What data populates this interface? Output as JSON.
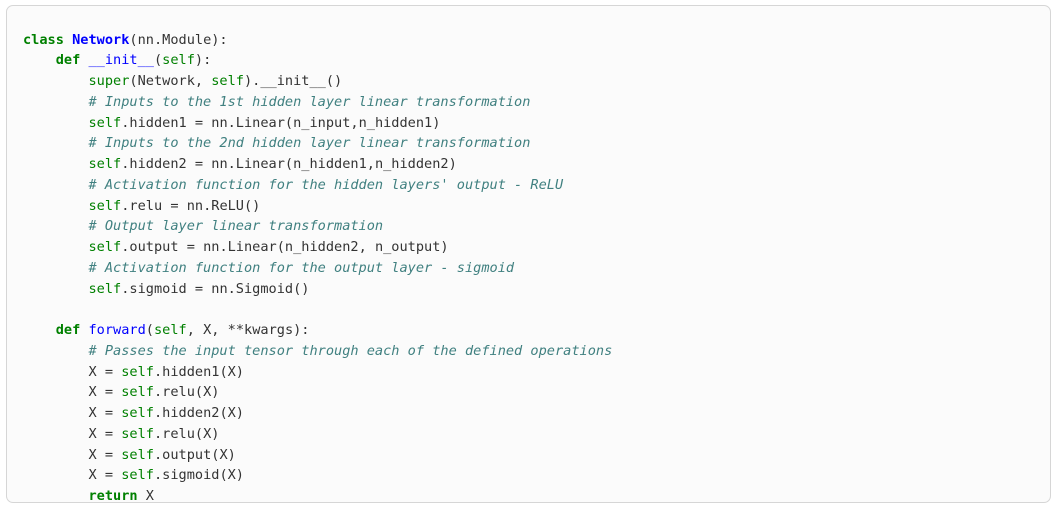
{
  "card": {
    "language": "python",
    "background_color": "#fbfbfb",
    "border_color": "#d6d6d6",
    "page_background": "#ffffff"
  },
  "theme": {
    "plain": "#333333",
    "keyword": "#008000",
    "class_name": "#0000ff",
    "function_name": "#0000ff",
    "builtin": "#008000",
    "self": "#008000",
    "comment": "#408080"
  },
  "code": {
    "lines": [
      {
        "index": 1,
        "text": "class Network(nn.Module):",
        "tokens": [
          {
            "t": "class",
            "c": "keyword"
          },
          {
            "t": " ",
            "c": "plain"
          },
          {
            "t": "Network",
            "c": "name"
          },
          {
            "t": "(nn.Module):",
            "c": "plain"
          }
        ]
      },
      {
        "index": 2,
        "text": "    def __init__(self):",
        "tokens": [
          {
            "t": "    ",
            "c": "plain"
          },
          {
            "t": "def",
            "c": "keyword"
          },
          {
            "t": " ",
            "c": "plain"
          },
          {
            "t": "__init__",
            "c": "func"
          },
          {
            "t": "(",
            "c": "plain"
          },
          {
            "t": "self",
            "c": "self"
          },
          {
            "t": "):",
            "c": "plain"
          }
        ]
      },
      {
        "index": 3,
        "text": "        super(Network, self).__init__()",
        "tokens": [
          {
            "t": "        ",
            "c": "plain"
          },
          {
            "t": "super",
            "c": "builtin"
          },
          {
            "t": "(Network, ",
            "c": "plain"
          },
          {
            "t": "self",
            "c": "self"
          },
          {
            "t": ").__init__()",
            "c": "plain"
          }
        ]
      },
      {
        "index": 4,
        "text": "        # Inputs to the 1st hidden layer linear transformation",
        "tokens": [
          {
            "t": "        ",
            "c": "plain"
          },
          {
            "t": "# Inputs to the 1st hidden layer linear transformation",
            "c": "comment"
          }
        ]
      },
      {
        "index": 5,
        "text": "        self.hidden1 = nn.Linear(n_input,n_hidden1)",
        "tokens": [
          {
            "t": "        ",
            "c": "plain"
          },
          {
            "t": "self",
            "c": "self"
          },
          {
            "t": ".hidden1 = nn.Linear(n_input,n_hidden1)",
            "c": "plain"
          }
        ]
      },
      {
        "index": 6,
        "text": "        # Inputs to the 2nd hidden layer linear transformation",
        "tokens": [
          {
            "t": "        ",
            "c": "plain"
          },
          {
            "t": "# Inputs to the 2nd hidden layer linear transformation",
            "c": "comment"
          }
        ]
      },
      {
        "index": 7,
        "text": "        self.hidden2 = nn.Linear(n_hidden1,n_hidden2)",
        "tokens": [
          {
            "t": "        ",
            "c": "plain"
          },
          {
            "t": "self",
            "c": "self"
          },
          {
            "t": ".hidden2 = nn.Linear(n_hidden1,n_hidden2)",
            "c": "plain"
          }
        ]
      },
      {
        "index": 8,
        "text": "        # Activation function for the hidden layers' output - ReLU",
        "tokens": [
          {
            "t": "        ",
            "c": "plain"
          },
          {
            "t": "# Activation function for the hidden layers' output - ReLU",
            "c": "comment"
          }
        ]
      },
      {
        "index": 9,
        "text": "        self.relu = nn.ReLU()",
        "tokens": [
          {
            "t": "        ",
            "c": "plain"
          },
          {
            "t": "self",
            "c": "self"
          },
          {
            "t": ".relu = nn.ReLU()",
            "c": "plain"
          }
        ]
      },
      {
        "index": 10,
        "text": "        # Output layer linear transformation",
        "tokens": [
          {
            "t": "        ",
            "c": "plain"
          },
          {
            "t": "# Output layer linear transformation",
            "c": "comment"
          }
        ]
      },
      {
        "index": 11,
        "text": "        self.output = nn.Linear(n_hidden2, n_output)",
        "tokens": [
          {
            "t": "        ",
            "c": "plain"
          },
          {
            "t": "self",
            "c": "self"
          },
          {
            "t": ".output = nn.Linear(n_hidden2, n_output)",
            "c": "plain"
          }
        ]
      },
      {
        "index": 12,
        "text": "        # Activation function for the output layer - sigmoid",
        "tokens": [
          {
            "t": "        ",
            "c": "plain"
          },
          {
            "t": "# Activation function for the output layer - sigmoid",
            "c": "comment"
          }
        ]
      },
      {
        "index": 13,
        "text": "        self.sigmoid = nn.Sigmoid()",
        "tokens": [
          {
            "t": "        ",
            "c": "plain"
          },
          {
            "t": "self",
            "c": "self"
          },
          {
            "t": ".sigmoid = nn.Sigmoid()",
            "c": "plain"
          }
        ]
      },
      {
        "index": 14,
        "text": "",
        "tokens": []
      },
      {
        "index": 15,
        "text": "    def forward(self, X, **kwargs):",
        "tokens": [
          {
            "t": "    ",
            "c": "plain"
          },
          {
            "t": "def",
            "c": "keyword"
          },
          {
            "t": " ",
            "c": "plain"
          },
          {
            "t": "forward",
            "c": "func"
          },
          {
            "t": "(",
            "c": "plain"
          },
          {
            "t": "self",
            "c": "self"
          },
          {
            "t": ", X, **kwargs):",
            "c": "plain"
          }
        ]
      },
      {
        "index": 16,
        "text": "        # Passes the input tensor through each of the defined operations",
        "tokens": [
          {
            "t": "        ",
            "c": "plain"
          },
          {
            "t": "# Passes the input tensor through each of the defined operations",
            "c": "comment"
          }
        ]
      },
      {
        "index": 17,
        "text": "        X = self.hidden1(X)",
        "tokens": [
          {
            "t": "        X = ",
            "c": "plain"
          },
          {
            "t": "self",
            "c": "self"
          },
          {
            "t": ".hidden1(X)",
            "c": "plain"
          }
        ]
      },
      {
        "index": 18,
        "text": "        X = self.relu(X)",
        "tokens": [
          {
            "t": "        X = ",
            "c": "plain"
          },
          {
            "t": "self",
            "c": "self"
          },
          {
            "t": ".relu(X)",
            "c": "plain"
          }
        ]
      },
      {
        "index": 19,
        "text": "        X = self.hidden2(X)",
        "tokens": [
          {
            "t": "        X = ",
            "c": "plain"
          },
          {
            "t": "self",
            "c": "self"
          },
          {
            "t": ".hidden2(X)",
            "c": "plain"
          }
        ]
      },
      {
        "index": 20,
        "text": "        X = self.relu(X)",
        "tokens": [
          {
            "t": "        X = ",
            "c": "plain"
          },
          {
            "t": "self",
            "c": "self"
          },
          {
            "t": ".relu(X)",
            "c": "plain"
          }
        ]
      },
      {
        "index": 21,
        "text": "        X = self.output(X)",
        "tokens": [
          {
            "t": "        X = ",
            "c": "plain"
          },
          {
            "t": "self",
            "c": "self"
          },
          {
            "t": ".output(X)",
            "c": "plain"
          }
        ]
      },
      {
        "index": 22,
        "text": "        X = self.sigmoid(X)",
        "tokens": [
          {
            "t": "        X = ",
            "c": "plain"
          },
          {
            "t": "self",
            "c": "self"
          },
          {
            "t": ".sigmoid(X)",
            "c": "plain"
          }
        ]
      },
      {
        "index": 23,
        "text": "        return X",
        "tokens": [
          {
            "t": "        ",
            "c": "plain"
          },
          {
            "t": "return",
            "c": "keyword"
          },
          {
            "t": " X",
            "c": "plain"
          }
        ]
      }
    ]
  }
}
